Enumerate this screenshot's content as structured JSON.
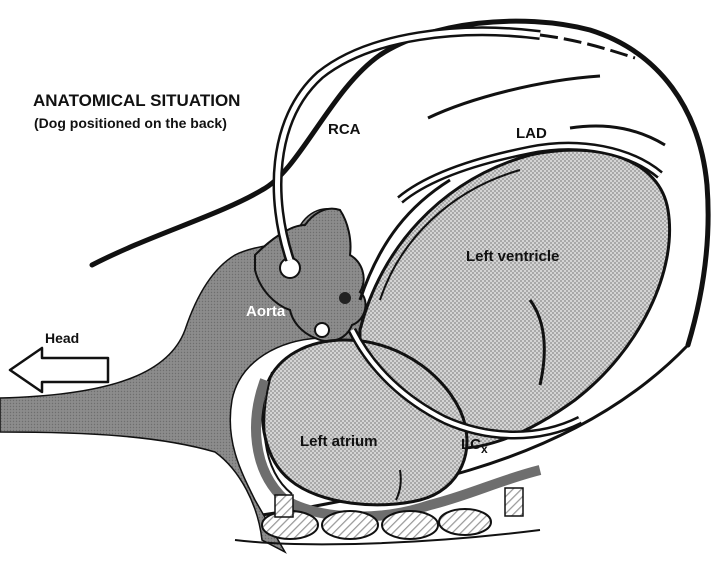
{
  "figure": {
    "title": "ANATOMICAL SITUATION",
    "subtitle": "(Dog positioned on the back)",
    "labels": {
      "rca": "RCA",
      "lad": "LAD",
      "left_ventricle": "Left ventricle",
      "aorta": "Aorta",
      "head": "Head",
      "left_atrium": "Left atrium",
      "lcx_main": "LC",
      "lcx_sub": "x"
    }
  },
  "colors": {
    "ink": "#111111",
    "dark_tissue": "#8c8c8c",
    "stipple_bg": "#d4d4d4",
    "stipple_dot": "#8a8a8a",
    "hatch": "#b8b8b8",
    "paper": "#ffffff"
  }
}
